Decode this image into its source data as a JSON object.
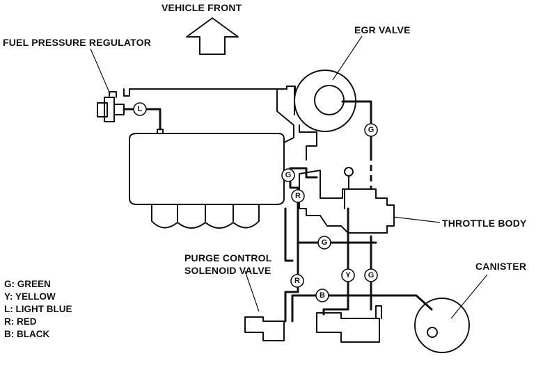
{
  "labels": {
    "vehicle_front": "VEHICLE FRONT",
    "fuel_pressure_regulator": "FUEL PRESSURE REGULATOR",
    "egr_valve": "EGR VALVE",
    "throttle_body": "THROTTLE BODY",
    "purge_control_line1": "PURGE CONTROL",
    "purge_control_line2": "SOLENOID VALVE",
    "canister": "CANISTER"
  },
  "legend": [
    "G: GREEN",
    "Y: YELLOW",
    "L: LIGHT BLUE",
    "R: RED",
    "B: BLACK"
  ],
  "hose_tags": [
    "L",
    "G",
    "G",
    "R",
    "G",
    "R",
    "Y",
    "G",
    "B"
  ]
}
